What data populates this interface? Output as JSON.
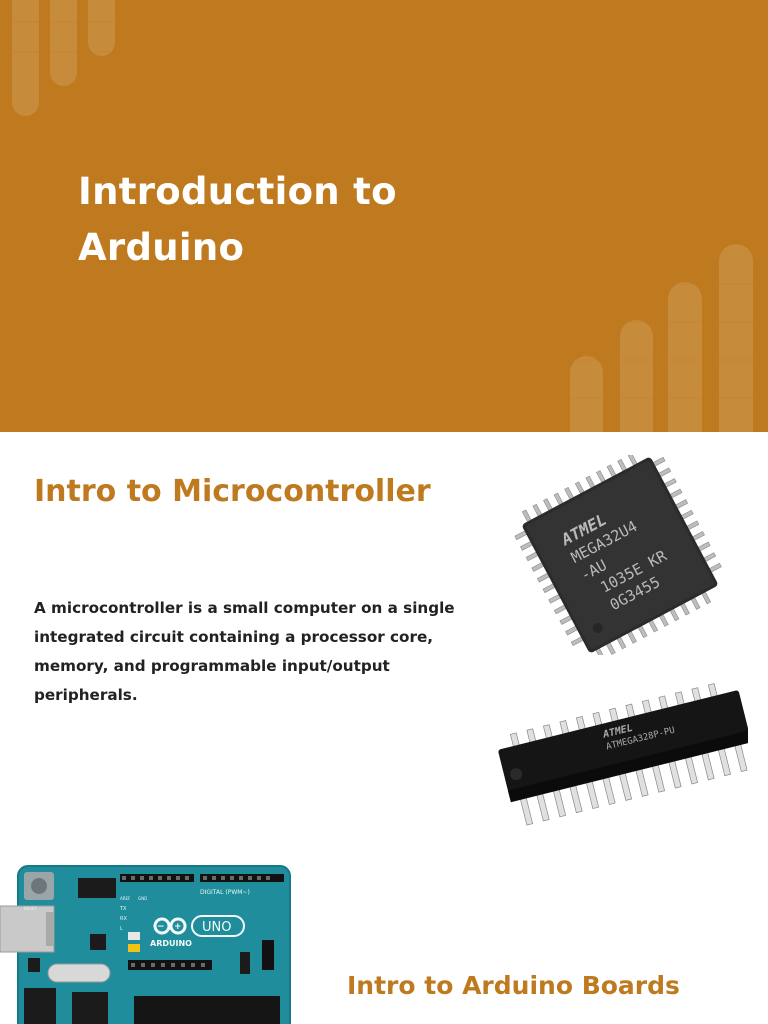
{
  "hero": {
    "title_line1": "Introduction to",
    "title_line2": "Arduino",
    "background_color": "#bf7a1f"
  },
  "microcontroller": {
    "title": "Intro to Microcontroller",
    "description": "A microcontroller is a small computer on a single integrated circuit containing a processor core, memory, and programmable input/output peripherals.",
    "images": [
      {
        "name": "qfp-chip",
        "markings": [
          "ATMEL",
          "MEGA32U4",
          "-AU",
          "1035E KR",
          "0G3455"
        ]
      },
      {
        "name": "dip-chip",
        "markings": [
          "ATMEL",
          "ATMEGA328P-PU"
        ]
      }
    ]
  },
  "boards": {
    "title": "Intro to Arduino Boards",
    "board_labels": [
      "DIGITAL (PWM~)",
      "UNO",
      "ARDUINO",
      "AREF",
      "GND",
      "TX",
      "RX",
      "L",
      "RESET"
    ]
  },
  "accent_color": "#bf7a1f"
}
